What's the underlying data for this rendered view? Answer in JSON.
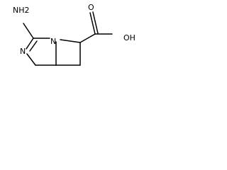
{
  "molecule": {
    "atoms": {
      "amine": "NH2",
      "ring_nitrogen_bridgehead": "N",
      "ring_nitrogen_imine": "N",
      "carbonyl_oxygen": "O",
      "hydroxyl": "OH"
    }
  },
  "colors": {
    "ink": "#000000",
    "background": "#ffffff"
  }
}
